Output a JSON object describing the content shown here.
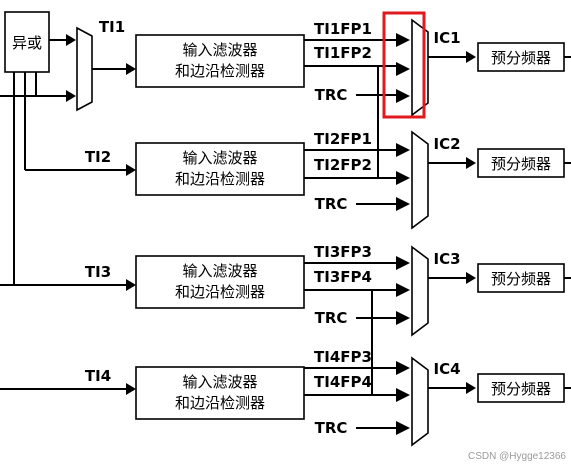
{
  "xor_label": "异或",
  "ti_labels": [
    "TI1",
    "TI2",
    "TI3",
    "TI4"
  ],
  "filter_block": {
    "line1": "输入滤波器",
    "line2": "和边沿检测器"
  },
  "channels": [
    {
      "fp_top": "TI1FP1",
      "fp_mid": "TI1FP2",
      "trc": "TRC",
      "ic": "IC1",
      "prescaler": "预分频器"
    },
    {
      "fp_top": "TI2FP1",
      "fp_mid": "TI2FP2",
      "trc": "TRC",
      "ic": "IC2",
      "prescaler": "预分频器"
    },
    {
      "fp_top": "TI3FP3",
      "fp_mid": "TI3FP4",
      "trc": "TRC",
      "ic": "IC3",
      "prescaler": "预分频器"
    },
    {
      "fp_top": "TI4FP3",
      "fp_mid": "TI4FP4",
      "trc": "TRC",
      "ic": "IC4",
      "prescaler": "预分频器"
    }
  ],
  "watermark": "CSDN @Hygge12366",
  "colors": {
    "line": "#000000",
    "highlight": "#e0191c",
    "watermark": "#9a9a9a"
  }
}
